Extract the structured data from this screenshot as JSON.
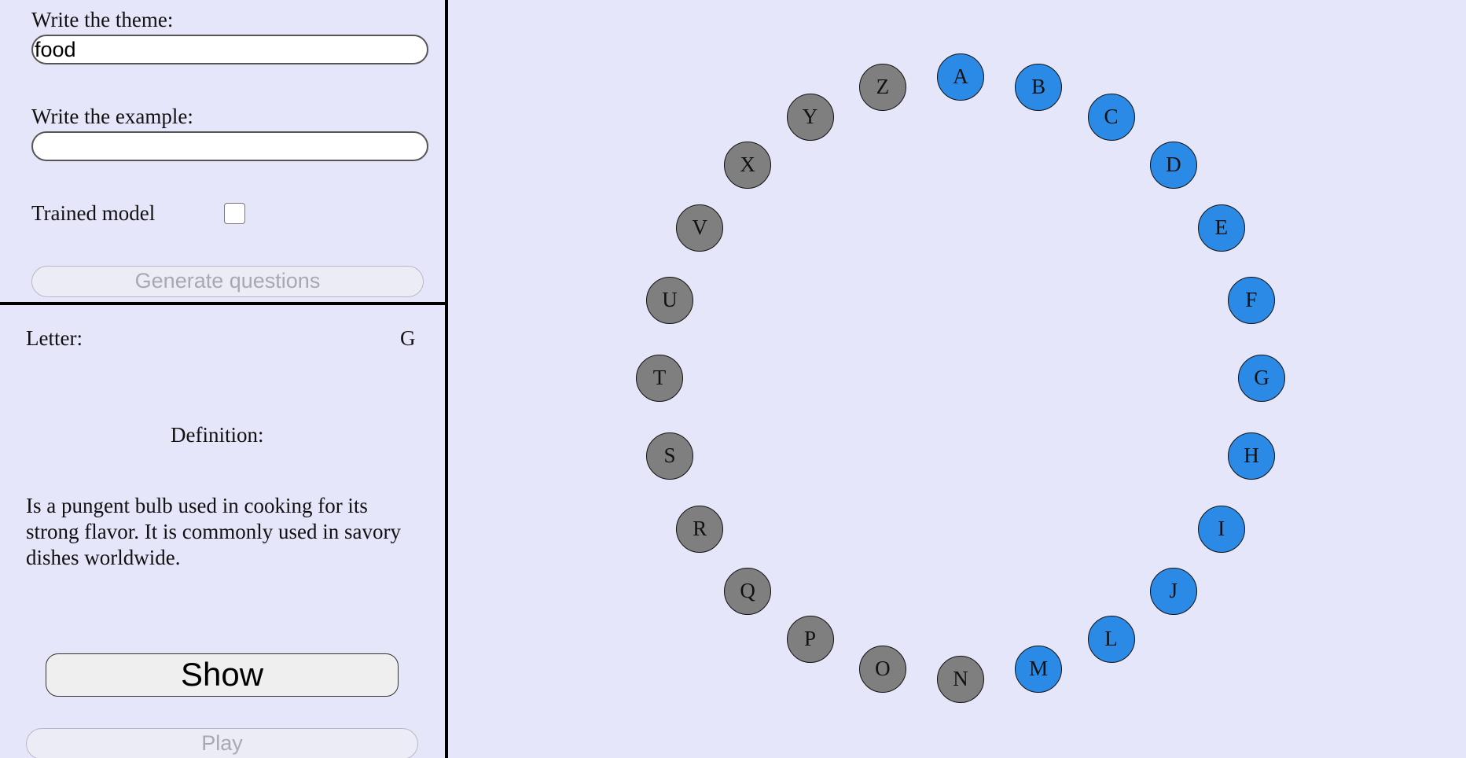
{
  "config": {
    "theme_label": "Write the theme:",
    "theme_value": "food",
    "example_label": "Write the example:",
    "example_value": "",
    "trained_model_label": "Trained model",
    "trained_model_checked": false,
    "generate_button": "Generate questions"
  },
  "game": {
    "letter_label": "Letter:",
    "letter_value": "G",
    "definition_label": "Definition:",
    "definition_text": "Is a pungent bulb used in cooking for its strong flavor. It is commonly used in savory dishes worldwide.",
    "show_button": "Show",
    "play_button": "Play"
  },
  "colors": {
    "background": "#e6e6fa",
    "answered": "#2a8ae6",
    "pending": "#7f7f7f"
  },
  "wheel": {
    "letters": [
      {
        "letter": "A",
        "state": "answered"
      },
      {
        "letter": "B",
        "state": "answered"
      },
      {
        "letter": "C",
        "state": "answered"
      },
      {
        "letter": "D",
        "state": "answered"
      },
      {
        "letter": "E",
        "state": "answered"
      },
      {
        "letter": "F",
        "state": "answered"
      },
      {
        "letter": "G",
        "state": "answered"
      },
      {
        "letter": "H",
        "state": "answered"
      },
      {
        "letter": "I",
        "state": "answered"
      },
      {
        "letter": "J",
        "state": "answered"
      },
      {
        "letter": "L",
        "state": "answered"
      },
      {
        "letter": "M",
        "state": "answered"
      },
      {
        "letter": "N",
        "state": "pending"
      },
      {
        "letter": "O",
        "state": "pending"
      },
      {
        "letter": "P",
        "state": "pending"
      },
      {
        "letter": "Q",
        "state": "pending"
      },
      {
        "letter": "R",
        "state": "pending"
      },
      {
        "letter": "S",
        "state": "pending"
      },
      {
        "letter": "T",
        "state": "pending"
      },
      {
        "letter": "U",
        "state": "pending"
      },
      {
        "letter": "V",
        "state": "pending"
      },
      {
        "letter": "X",
        "state": "pending"
      },
      {
        "letter": "Y",
        "state": "pending"
      },
      {
        "letter": "Z",
        "state": "pending"
      }
    ]
  }
}
